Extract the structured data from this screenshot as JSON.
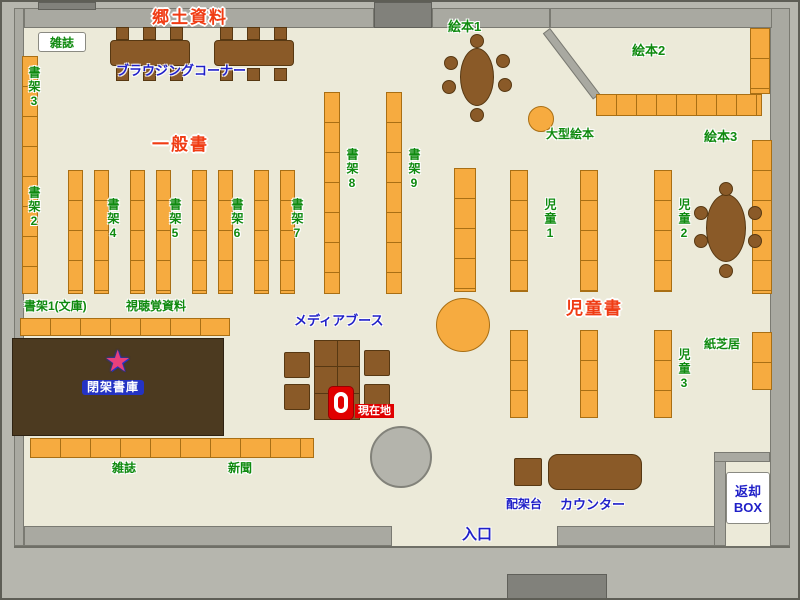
{
  "labels": {
    "local_materials": "郷土資料",
    "magazines_top": "雑誌",
    "browsing_corner": "ブラウジングコーナー",
    "general_books": "一般書",
    "shelf1_bunko": "書架1(文庫)",
    "shelf2": "書架2",
    "shelf3": "書架3",
    "shelf4": "書架4",
    "shelf5": "書架5",
    "shelf6": "書架6",
    "shelf7": "書架7",
    "shelf8": "書架8",
    "shelf9": "書架9",
    "audiovisual": "視聴覚資料",
    "closed_stacks": "閉架書庫",
    "media_booth": "メディアブース",
    "current_location": "現在地",
    "magazines_bottom": "雑誌",
    "newspaper": "新聞",
    "picture_books1": "絵本1",
    "picture_books2": "絵本2",
    "picture_books3": "絵本3",
    "large_picture_books": "大型絵本",
    "children1": "児童1",
    "children2": "児童2",
    "children3": "児童3",
    "children_books": "児童書",
    "kamishibai": "紙芝居",
    "sorting_stand": "配架台",
    "counter": "カウンター",
    "entrance": "入口",
    "return_box_l1": "返却",
    "return_box_l2": "BOX",
    "star_glyph": "★"
  },
  "colors": {
    "floor": "#ecead9",
    "wall": "#a9a9a1",
    "shelf_orange": "#f6ab40",
    "furniture_brown": "#8a5a28",
    "closed_stacks_brown": "#4c3a20",
    "text_green": "#0f8a0f",
    "text_red": "#f03c14",
    "text_blue": "#2020c8",
    "marker_red": "#e00000"
  }
}
